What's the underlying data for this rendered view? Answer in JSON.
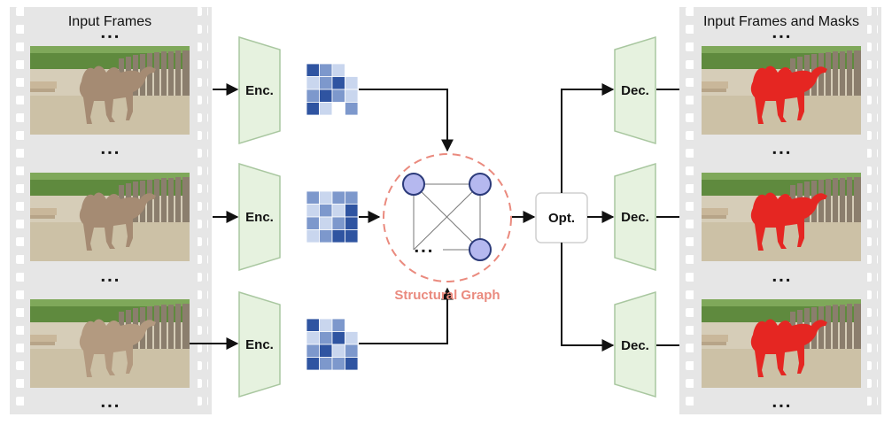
{
  "left_panel": {
    "title": "Input Frames",
    "ellipsis": "▪ ▪ ▪"
  },
  "right_panel": {
    "title": "Input Frames and Masks",
    "ellipsis": "▪ ▪ ▪"
  },
  "encoders": [
    {
      "label": "Enc."
    },
    {
      "label": "Enc."
    },
    {
      "label": "Enc."
    }
  ],
  "decoders": [
    {
      "label": "Dec."
    },
    {
      "label": "Dec."
    },
    {
      "label": "Dec."
    }
  ],
  "graph": {
    "label": "Structural Graph",
    "ellipsis": "▪ ▪ ▪"
  },
  "optimizer": {
    "label": "Opt."
  },
  "colors": {
    "filmstrip": "#e6e6e6",
    "trapezoid_fill": "#e6f2df",
    "trapezoid_stroke": "#a9c7a0",
    "node_fill": "#b5b8ef",
    "node_stroke": "#2b3a7a",
    "graph_circle": "#ea8a7e",
    "mask_red": "#e52622",
    "grid_dark": "#2f54a1",
    "grid_mid": "#7d98cc",
    "grid_light": "#c9d6ee"
  }
}
